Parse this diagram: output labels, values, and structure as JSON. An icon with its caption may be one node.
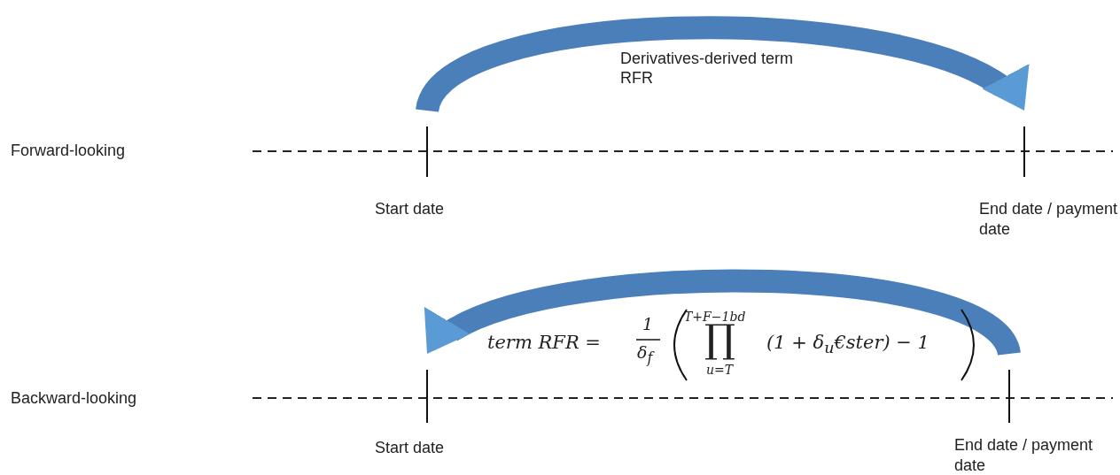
{
  "diagram": {
    "nodes": [
      {
        "text": [
          "Start date"
        ]
      },
      {
        "text": [
          "End date / payment date"
        ]
      },
      {
        "text": [
          "Start date"
        ]
      },
      {
        "text": [
          "End date / payment date"
        ]
      }
    ],
    "edges": [
      {
        "from": 0,
        "to": 1,
        "arrow": "to",
        "label": "Derivatives-derived term RFR"
      },
      {
        "from": 3,
        "to": 2,
        "arrow": "to"
      }
    ],
    "labels": [
      "Forward-looking",
      "term RFR =",
      "1",
      "δ$_{f}$",
      "T+F−1bd",
      "∏",
      "u=T",
      "(1 + δ$_{u}$€ster) − 1",
      "Backward-looking"
    ]
  }
}
